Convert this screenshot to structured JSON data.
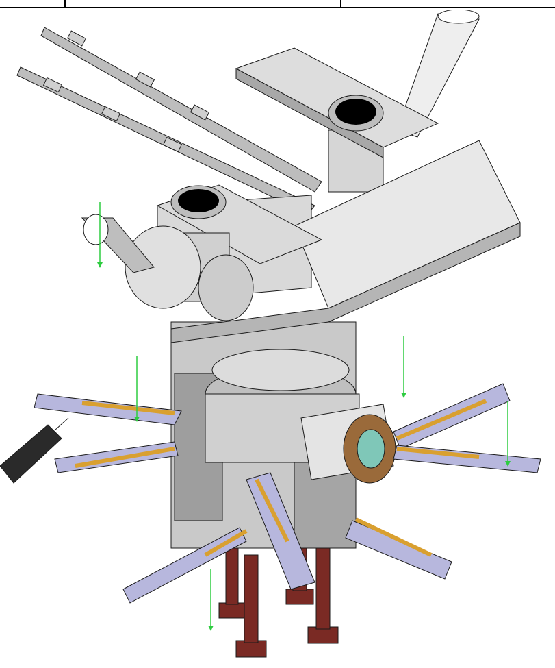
{
  "viewport": {
    "title_block_cells": 3
  },
  "colors": {
    "background": "#ffffff",
    "chamber_body": "#c9c9c9",
    "chamber_shade": "#9e9e9e",
    "chamber_dark": "#7c7c7c",
    "chamber_light": "#e2e2e2",
    "flange": "#d3d3d3",
    "edge_line": "#1a1a1a",
    "port_opening": "#000000",
    "actuator_frame": "#b7b7dd",
    "actuator_dark": "#8a8ab4",
    "actuator_rod": "#d9a030",
    "support_leg": "#7a2a24",
    "support_leg_dark": "#4e1612",
    "window_ring": "#9a6a3a",
    "window_glass": "#7fc7b8",
    "dimension_arrow": "#2ecc40",
    "probe_body": "#2a2a2a"
  },
  "scene": {
    "main_chamber": "cylindrical-vacuum-chamber",
    "feedthroughs_count": 6,
    "support_legs_count": 4,
    "arrows_count": 5
  }
}
